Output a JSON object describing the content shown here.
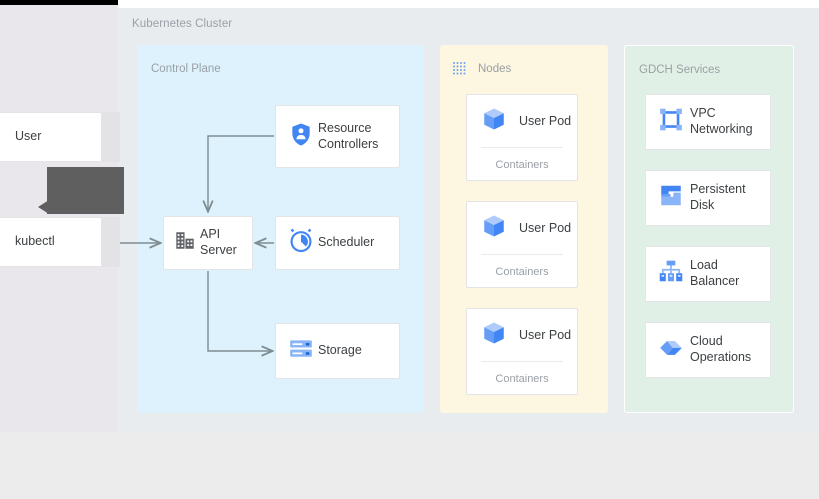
{
  "diagram": {
    "cluster_label": "Kubernetes Cluster",
    "panels": {
      "control_plane": {
        "title": "Control Plane",
        "color": "#ddf2fc"
      },
      "nodes": {
        "title": "Nodes",
        "color": "#fdf6e0",
        "icon": "dotted-grid-icon"
      },
      "gdch": {
        "title": "GDCH Services",
        "color": "#e1f0e6"
      }
    },
    "actors": [
      {
        "label": "User",
        "icon": "person-icon"
      },
      {
        "label": "kubectl",
        "icon": "deploy-icon"
      }
    ],
    "tooltip": {
      "text": "",
      "color": "#5f5f5f"
    },
    "control_plane_components": [
      {
        "label": "Resource\nControllers",
        "icon": "shield-person-icon"
      },
      {
        "label": "API\nServer",
        "icon": "api-server-icon"
      },
      {
        "label": "Scheduler",
        "icon": "alarm-clock-icon"
      },
      {
        "label": "Storage",
        "icon": "database-rack-icon"
      }
    ],
    "pods": [
      {
        "label": "User Pod",
        "sub": "Containers",
        "icon": "cube-icon"
      },
      {
        "label": "User Pod",
        "sub": "Containers",
        "icon": "cube-icon"
      },
      {
        "label": "User Pod",
        "sub": "Containers",
        "icon": "cube-icon"
      }
    ],
    "gdch_services": [
      {
        "label": "VPC\nNetworking",
        "icon": "vpc-network-icon"
      },
      {
        "label": "Persistent\nDisk",
        "icon": "persistent-disk-icon"
      },
      {
        "label": "Load\nBalancer",
        "icon": "load-balancer-icon"
      },
      {
        "label": "Cloud\nOperations",
        "icon": "cloud-operations-icon"
      }
    ],
    "connectors": [
      {
        "from": "kubectl",
        "to": "API Server"
      },
      {
        "from": "Resource Controllers",
        "to": "API Server"
      },
      {
        "from": "Scheduler",
        "to": "API Server"
      },
      {
        "from": "API Server",
        "to": "Storage"
      }
    ],
    "colors": {
      "accent_blue": "#4285f4",
      "light_blue": "#8ab4f8",
      "connector": "#7f8c92",
      "text": "#3c4043",
      "muted_text": "#9aa0a6"
    }
  }
}
